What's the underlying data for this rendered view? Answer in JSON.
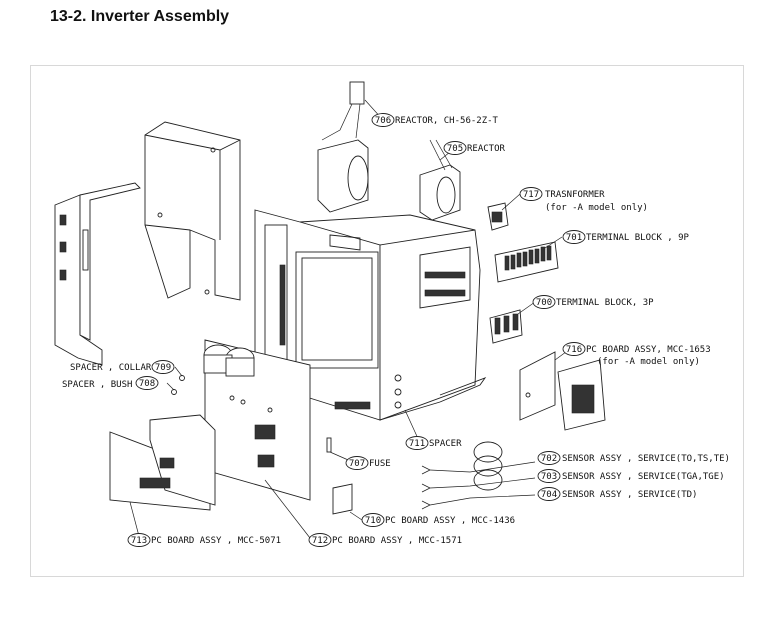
{
  "title": "13-2.  Inverter Assembly",
  "callouts": [
    {
      "num": "706",
      "text": "REACTOR, CH-56-2Z-T"
    },
    {
      "num": "705",
      "text": "REACTOR"
    },
    {
      "num": "717",
      "text": "TRASNFORMER"
    },
    {
      "num": "717b",
      "text": "(for -A model only)"
    },
    {
      "num": "701",
      "text": "TERMINAL BLOCK , 9P"
    },
    {
      "num": "700",
      "text": "TERMINAL BLOCK, 3P"
    },
    {
      "num": "716",
      "text": "PC BOARD ASSY, MCC-1653"
    },
    {
      "num": "716b",
      "text": "(for -A model only)"
    },
    {
      "num": "709",
      "text": "SPACER , COLLAR"
    },
    {
      "num": "708",
      "text": "SPACER , BUSH"
    },
    {
      "num": "711",
      "text": "SPACER"
    },
    {
      "num": "707",
      "text": "FUSE"
    },
    {
      "num": "702",
      "text": "SENSOR ASSY , SERVICE(TO,TS,TE)"
    },
    {
      "num": "703",
      "text": "SENSOR ASSY , SERVICE(TGA,TGE)"
    },
    {
      "num": "704",
      "text": "SENSOR ASSY , SERVICE(TD)"
    },
    {
      "num": "710",
      "text": "PC BOARD ASSY , MCC-1436"
    },
    {
      "num": "713",
      "text": "PC BOARD ASSY , MCC-5071"
    },
    {
      "num": "712",
      "text": "PC BOARD ASSY , MCC-1571"
    }
  ]
}
